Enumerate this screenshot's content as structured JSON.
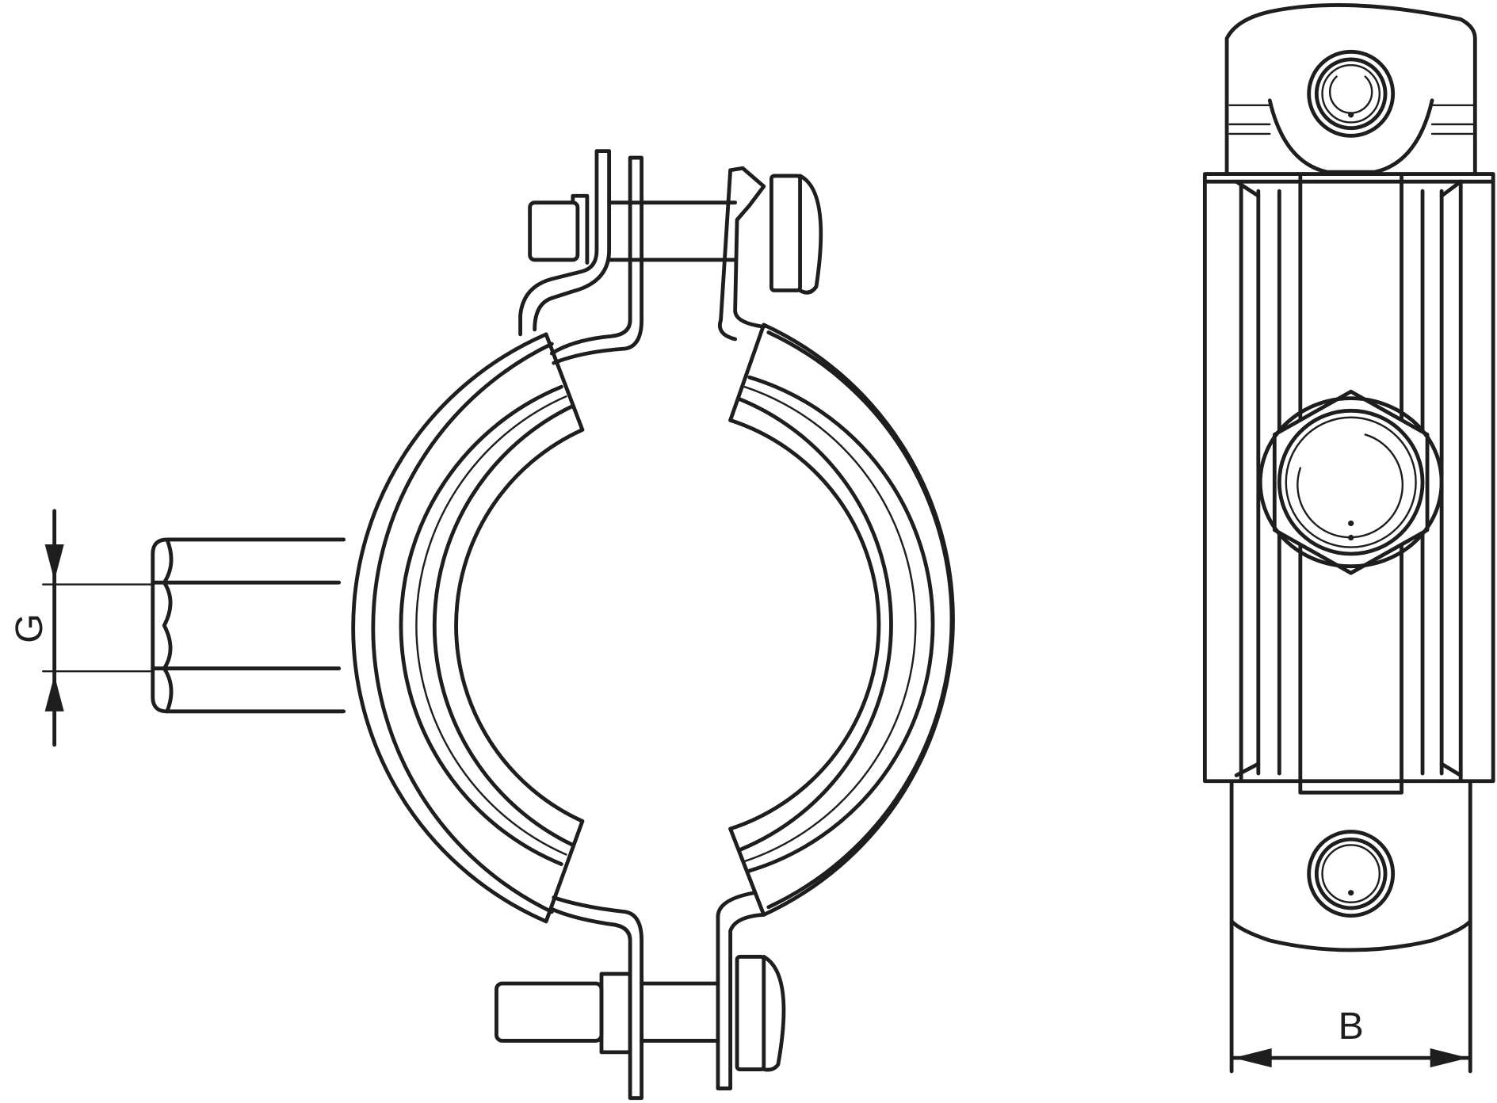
{
  "drawing": {
    "title": "Pipe clamp with rubber insert - technical line drawing",
    "views": [
      "front-view",
      "side-view"
    ],
    "colors": {
      "line": "#1e1e1e",
      "background": "#ffffff"
    }
  },
  "dimensions": {
    "g_label": "G",
    "b_label": "B"
  }
}
